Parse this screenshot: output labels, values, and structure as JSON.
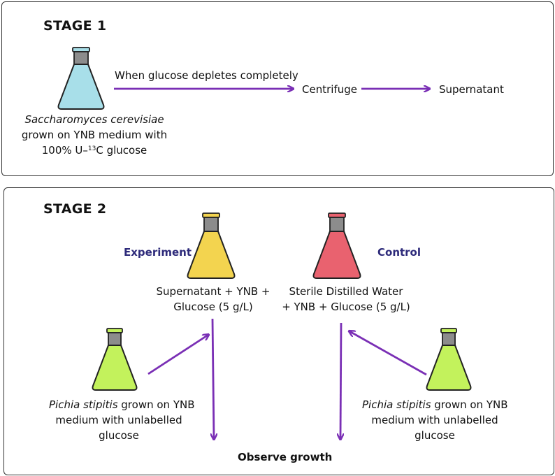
{
  "stage1": {
    "title": "STAGE 1",
    "flask_caption_species": "Saccharomyces cerevisiae",
    "flask_caption_line2": "grown on YNB medium with",
    "flask_caption_line3_prefix": "100% U–",
    "flask_caption_line3_sup": "13",
    "flask_caption_line3_suffix": "C glucose",
    "arrow_label": "When glucose depletes completely",
    "step_centrifuge": "Centrifuge",
    "step_supernatant": "Supernatant",
    "flask_color": "#a8dfe9"
  },
  "stage2": {
    "title": "STAGE 2",
    "experiment_label": "Experiment",
    "control_label": "Control",
    "experiment_line1": "Supernatant + YNB +",
    "experiment_line2": "Glucose (5 g/L)",
    "control_line1": "Sterile Distilled Water",
    "control_line2": "+ YNB + Glucose (5 g/L)",
    "left_pichia_species": "Pichia stipitis",
    "left_pichia_line1_suffix": " grown on YNB",
    "left_pichia_line2": "medium with unlabelled",
    "left_pichia_line3": "glucose",
    "right_pichia_species": "Pichia stipitis",
    "right_pichia_line1_suffix": " grown on YNB",
    "right_pichia_line2": "medium with unlabelled",
    "right_pichia_line3": "glucose",
    "observe": "Observe growth",
    "experiment_flask_color": "#f3d44f",
    "control_flask_color": "#e9626f",
    "pichia_flask_color": "#c3f25c"
  },
  "colors": {
    "arrow": "#7a2fb5",
    "label_blue": "#2d2a7a"
  }
}
